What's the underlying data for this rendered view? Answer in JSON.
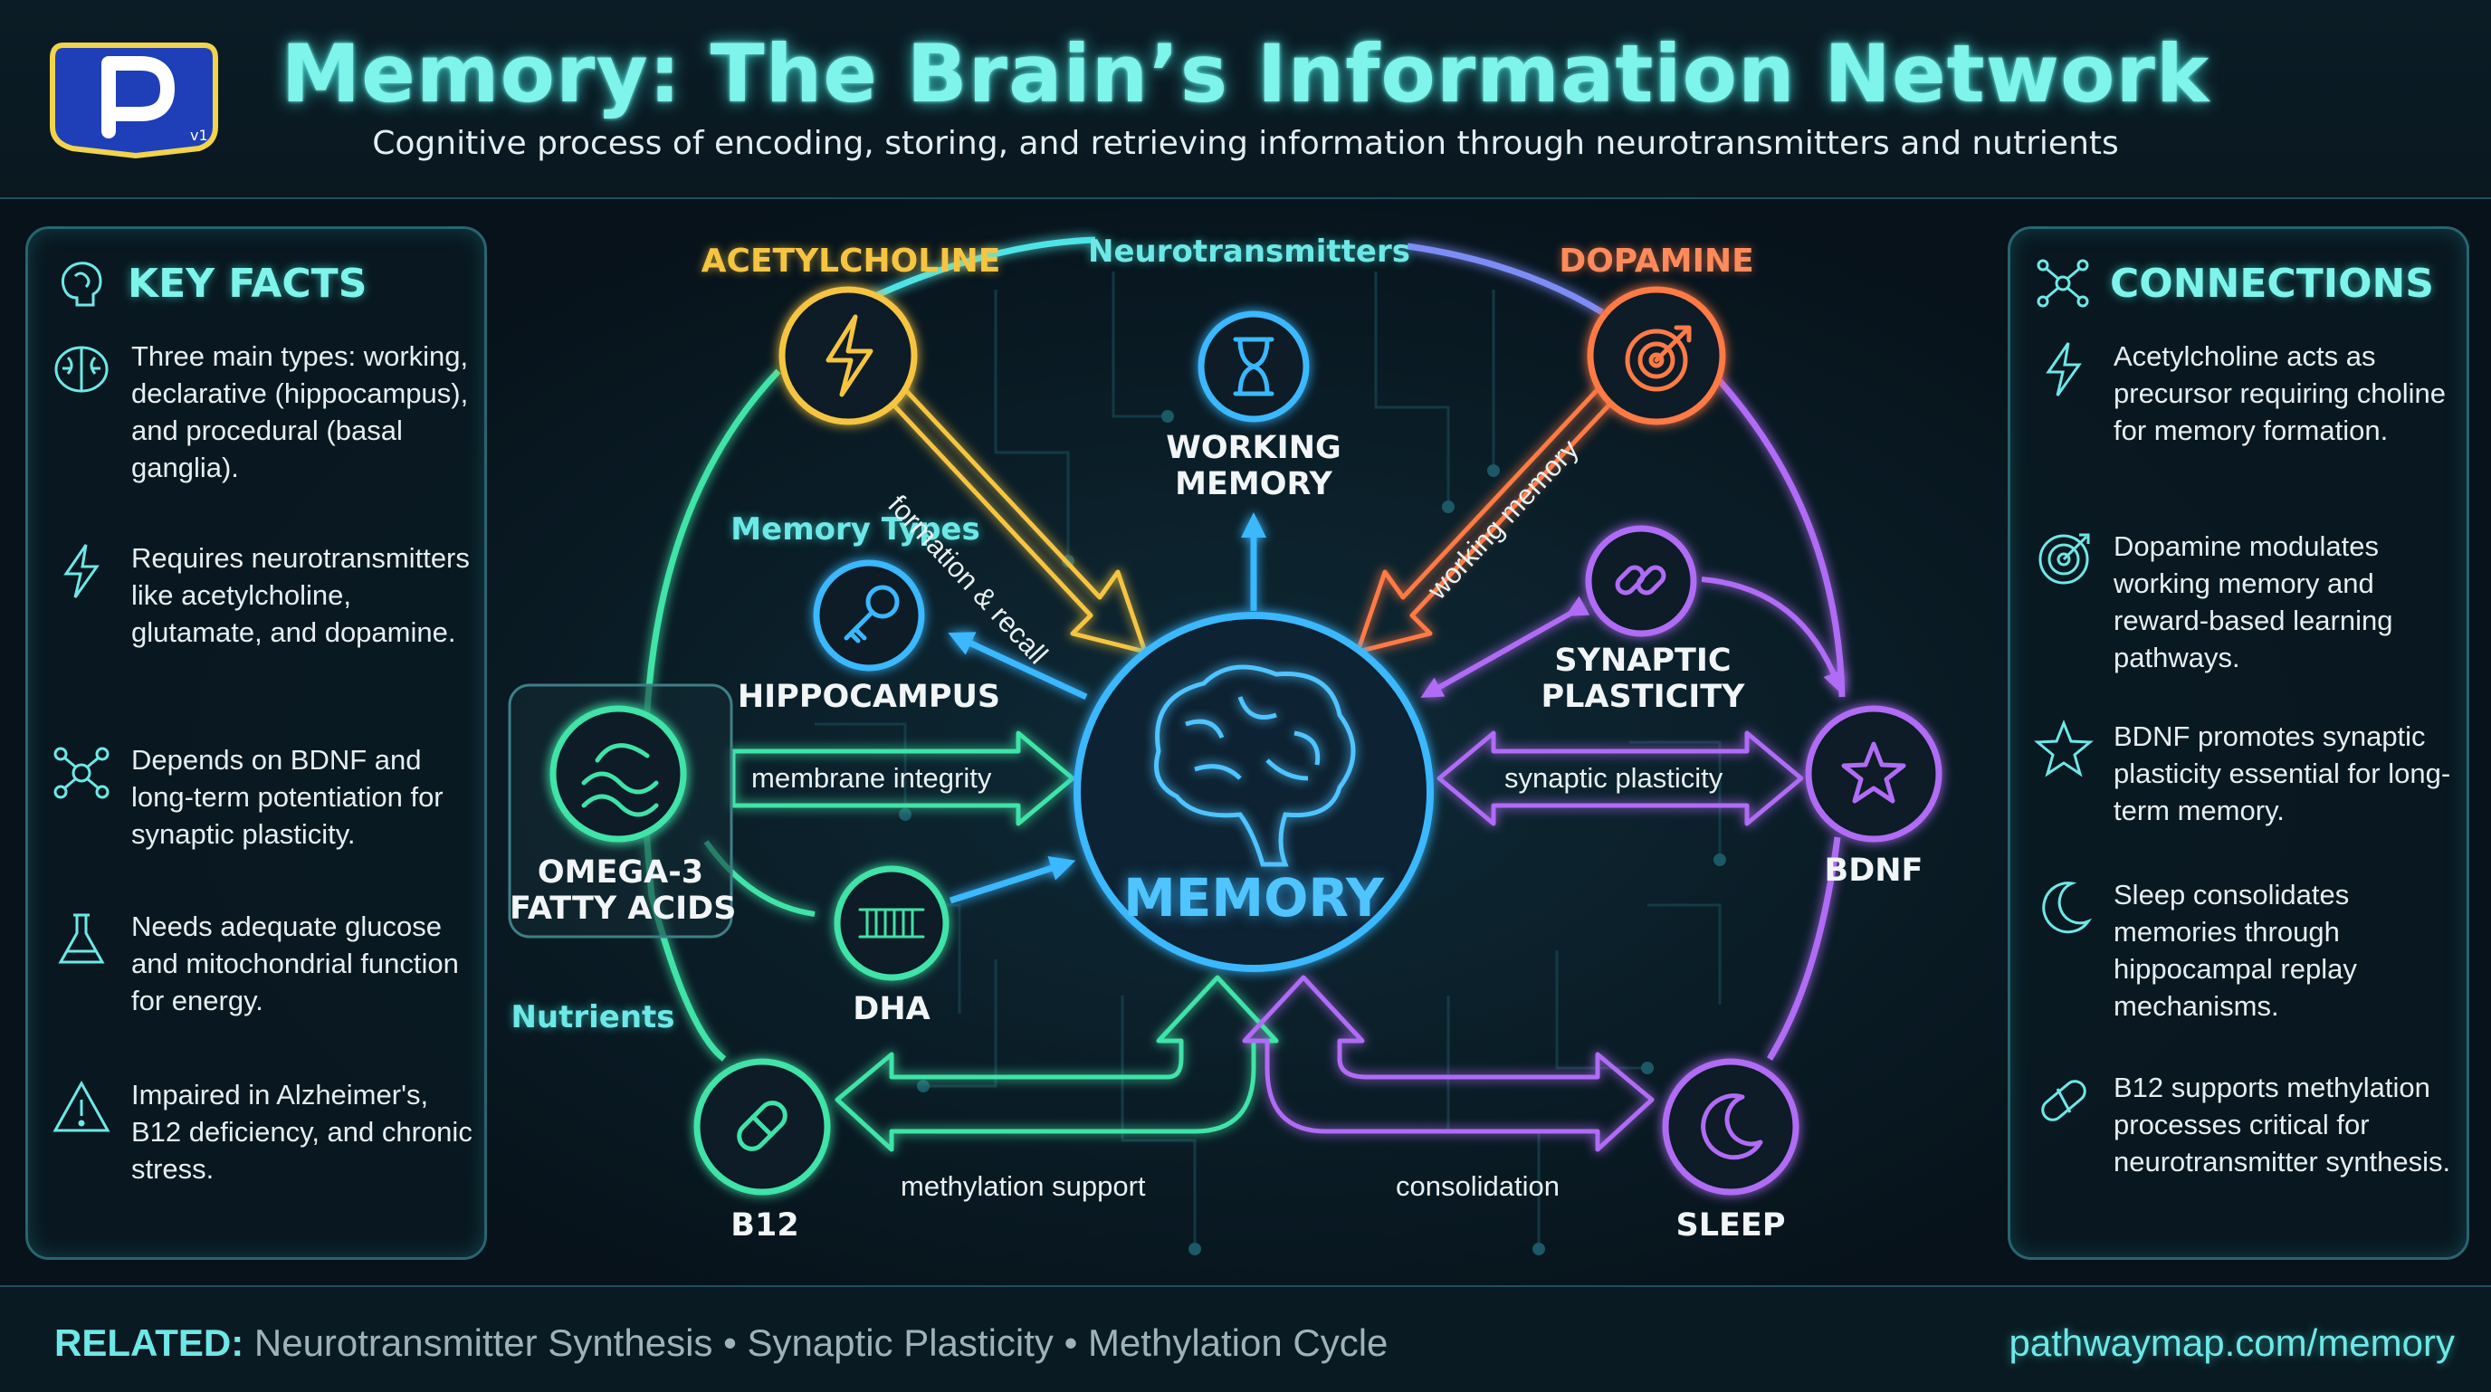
{
  "header": {
    "title": "Memory: The Brain’s Information Network",
    "subtitle": "Cognitive process of encoding, storing, and retrieving information through neurotransmitters and nutrients",
    "logo_badge": "v1"
  },
  "key_facts": {
    "title": "KEY FACTS",
    "items": [
      {
        "icon": "brain-icon",
        "text": "Three main types: working, declarative (hippocampus), and procedural (basal ganglia)."
      },
      {
        "icon": "lightning-icon",
        "text": "Requires neurotransmitters like acetylcholine, glutamate, and dopamine."
      },
      {
        "icon": "network-icon",
        "text": "Depends on BDNF and long-term potentiation for synaptic plasticity."
      },
      {
        "icon": "flask-icon",
        "text": "Needs adequate glucose and mitochondrial function for energy."
      },
      {
        "icon": "warning-icon",
        "text": "Impaired in Alzheimer's, B12 deficiency, and chronic stress."
      }
    ]
  },
  "connections": {
    "title": "CONNECTIONS",
    "items": [
      {
        "icon": "lightning-icon",
        "text": "Acetylcholine acts as precursor requiring choline for memory formation."
      },
      {
        "icon": "target-icon",
        "text": "Dopamine modulates working memory and reward-based learning pathways."
      },
      {
        "icon": "star-icon",
        "text": "BDNF promotes synaptic plasticity essential for long-term memory."
      },
      {
        "icon": "moon-icon",
        "text": "Sleep consolidates memories through hippocampal replay mechanisms."
      },
      {
        "icon": "pill-icon",
        "text": "B12 supports methylation processes critical for neurotransmitter synthesis."
      }
    ]
  },
  "diagram": {
    "center": "MEMORY",
    "groups": {
      "neurotransmitters": "Neurotransmitters",
      "memory_types": "Memory Types",
      "nutrients": "Nutrients"
    },
    "nodes": {
      "acetylcholine": "ACETYLCHOLINE",
      "dopamine": "DOPAMINE",
      "working_memory": "WORKING\nMEMORY",
      "hippocampus": "HIPPOCAMPUS",
      "synaptic_plasticity": "SYNAPTIC\nPLASTICITY",
      "omega3": "OMEGA-3\nFATTY ACIDS",
      "dha": "DHA",
      "bdnf": "BDNF",
      "b12": "B12",
      "sleep": "SLEEP"
    },
    "edges": {
      "formation_recall": "formation & recall",
      "working_memory": "working memory",
      "membrane_integrity": "membrane integrity",
      "synaptic_plasticity": "synaptic plasticity",
      "methylation_support": "methylation support",
      "consolidation": "consolidation"
    },
    "colors": {
      "cyan": "#4fe3e6",
      "yellow": "#f5c542",
      "orange": "#ff7a45",
      "purple": "#b06cf5",
      "green": "#3fe3a8",
      "blue": "#3ab8ff"
    }
  },
  "footer": {
    "related_label": "RELATED:",
    "related": "Neurotransmitter Synthesis • Synaptic Plasticity • Methylation Cycle",
    "url": "pathwaymap.com/memory"
  }
}
